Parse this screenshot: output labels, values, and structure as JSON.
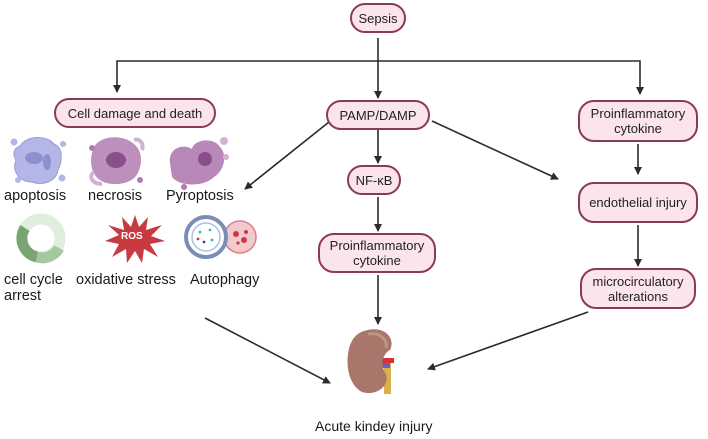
{
  "nodes": {
    "sepsis": "Sepsis",
    "cell_damage": "Cell damage and death",
    "pamp_damp": "PAMP/DAMP",
    "nfkb": "NF-κB",
    "proinflam_center": "Proinflammatory\ncytokine",
    "proinflam_right": "Proinflammatory\ncytokine",
    "endothelial": "endothelial injury",
    "microcirc": "microcirculatory\nalterations"
  },
  "cell_labels": {
    "apoptosis": "apoptosis",
    "necrosis": "necrosis",
    "pyroptosis": "Pyroptosis",
    "cell_cycle_arrest": "cell cycle\narrest",
    "oxidative_stress": "oxidative stress",
    "autophagy": "Autophagy",
    "ros": "ROS"
  },
  "outcome": "Acute kindey injury",
  "colors": {
    "node_fill": "#fbe4ea",
    "node_border": "#8a3a52",
    "arrow": "#2b2b2b"
  }
}
